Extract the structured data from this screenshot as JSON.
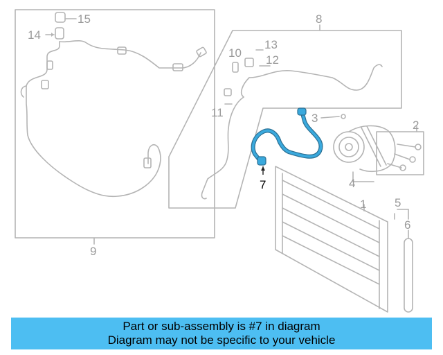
{
  "diagram": {
    "callouts": [
      "15",
      "14",
      "8",
      "13",
      "10",
      "12",
      "11",
      "3",
      "2",
      "7",
      "4",
      "1",
      "5",
      "6",
      "9"
    ],
    "highlighted_part": "7",
    "colors": {
      "line": "#b4b4b4",
      "highlight": "#3aa9dd",
      "banner": "#4dbef2"
    }
  },
  "banner": {
    "line1": "Part or sub-assembly is #7 in diagram",
    "line2": "Diagram may not be specific to your vehicle"
  }
}
